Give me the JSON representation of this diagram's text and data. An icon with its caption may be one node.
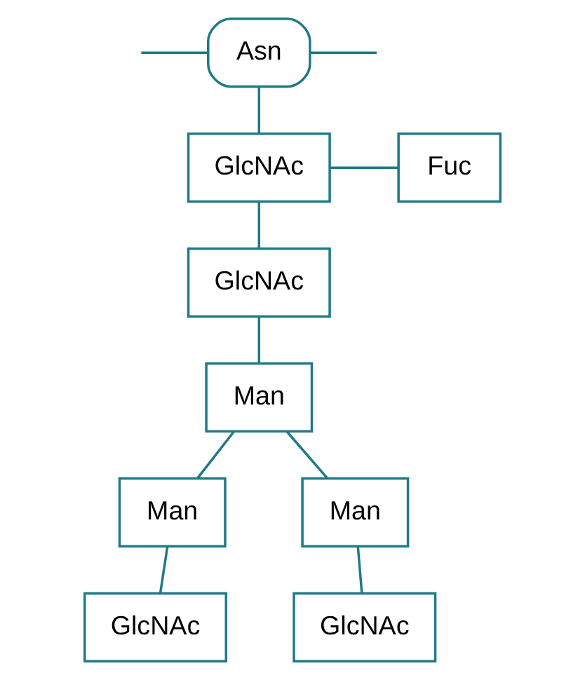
{
  "diagram": {
    "nodes": [
      {
        "text": [
          "Asn"
        ]
      },
      {
        "text": [
          "GlcNAc"
        ]
      },
      {
        "text": [
          "Fuc"
        ]
      },
      {
        "text": [
          "GlcNAc"
        ]
      },
      {
        "text": [
          "Man"
        ]
      },
      {
        "text": [
          "Man"
        ]
      },
      {
        "text": [
          "Man"
        ]
      },
      {
        "text": [
          "GlcNAc"
        ]
      },
      {
        "text": [
          "GlcNAc"
        ]
      }
    ],
    "edges": [
      {
        "from": null,
        "to": 0,
        "arrow": "none"
      },
      {
        "from": 0,
        "to": null,
        "arrow": "none"
      },
      {
        "from": 0,
        "to": 1,
        "arrow": "none"
      },
      {
        "from": 1,
        "to": 2,
        "arrow": "none"
      },
      {
        "from": 1,
        "to": 3,
        "arrow": "none"
      },
      {
        "from": 3,
        "to": 4,
        "arrow": "none"
      },
      {
        "from": 4,
        "to": 5,
        "arrow": "none"
      },
      {
        "from": 4,
        "to": 6,
        "arrow": "none"
      },
      {
        "from": 5,
        "to": 7,
        "arrow": "none"
      },
      {
        "from": 6,
        "to": 8,
        "arrow": "none"
      }
    ]
  }
}
